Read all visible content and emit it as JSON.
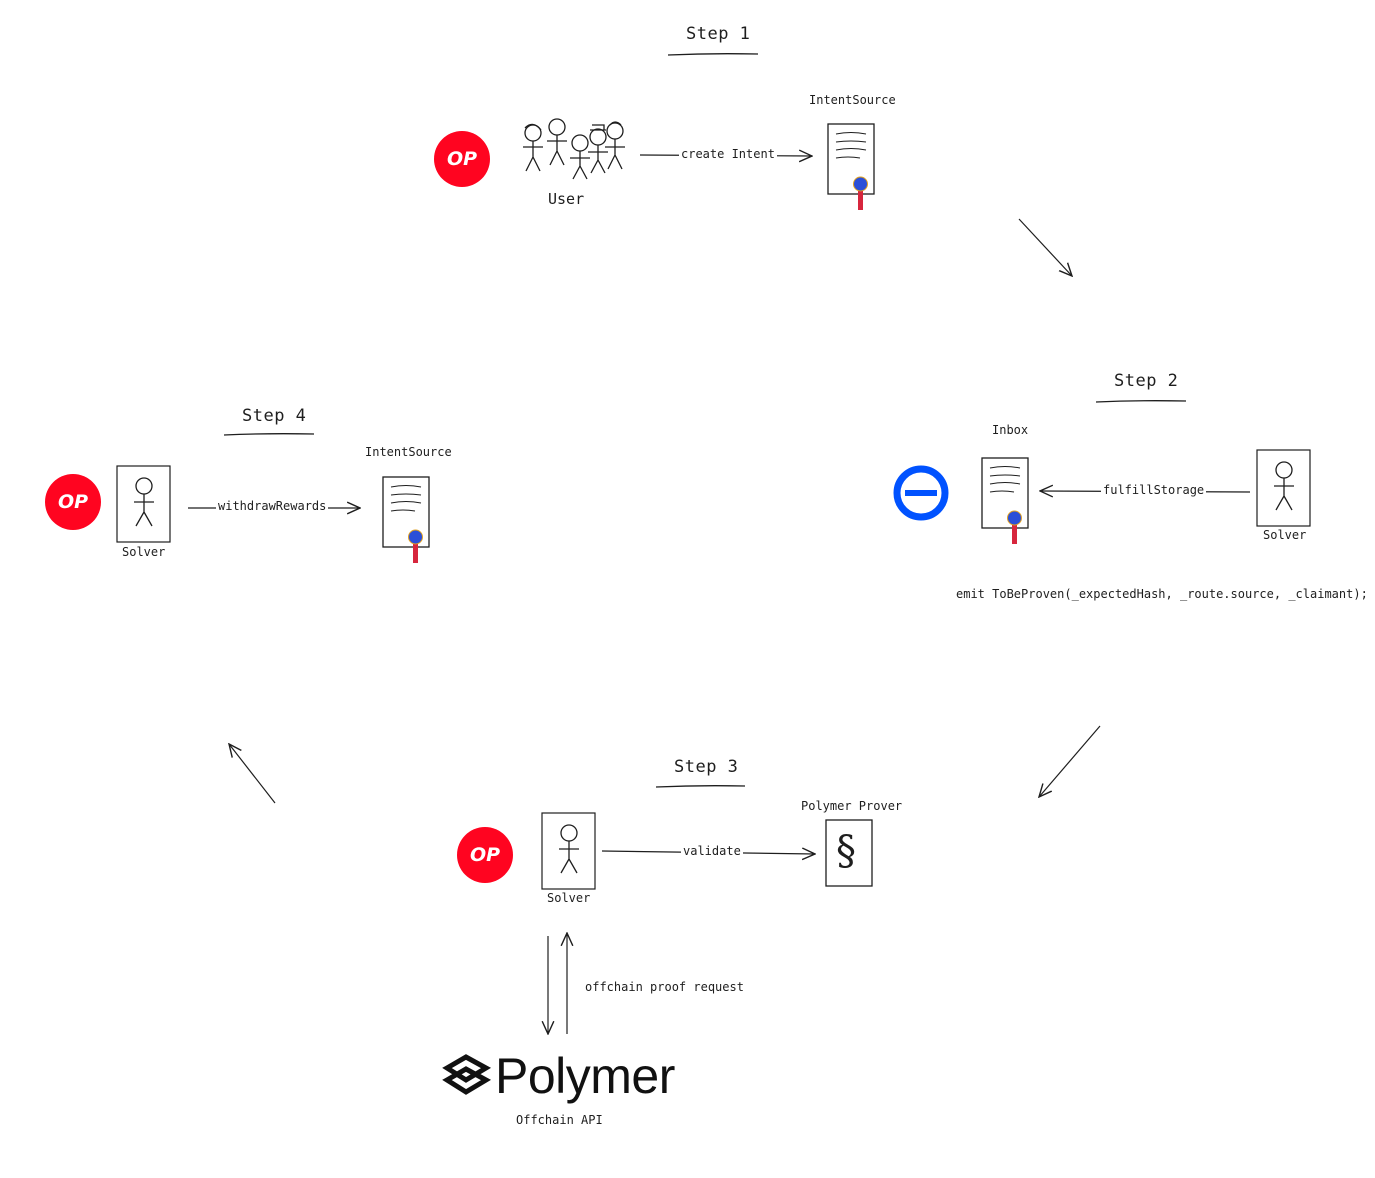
{
  "steps": {
    "step1": "Step 1",
    "step2": "Step 2",
    "step3": "Step 3",
    "step4": "Step 4"
  },
  "step1": {
    "op_badge": "OP",
    "user_label": "User",
    "edge_label": "create Intent",
    "contract_label": "IntentSource"
  },
  "step2": {
    "contract_label": "Inbox",
    "edge_label": "fulfillStorage",
    "solver_label": "Solver",
    "event_code": "emit ToBeProven(_expectedHash, _route.source, _claimant);"
  },
  "step3": {
    "op_badge": "OP",
    "solver_label": "Solver",
    "edge_label": "validate",
    "prover_label": "Polymer Prover",
    "prover_glyph": "§",
    "offchain_edge_label": "offchain proof request",
    "polymer_word": "Polymer",
    "polymer_caption": "Offchain API"
  },
  "step4": {
    "op_badge": "OP",
    "solver_label": "Solver",
    "edge_label": "withdrawRewards",
    "contract_label": "IntentSource"
  },
  "colors": {
    "op_red": "#ff0420",
    "base_blue": "#0052ff",
    "seal_blue": "#2b4fd8",
    "ribbon_red": "#d7263d"
  }
}
